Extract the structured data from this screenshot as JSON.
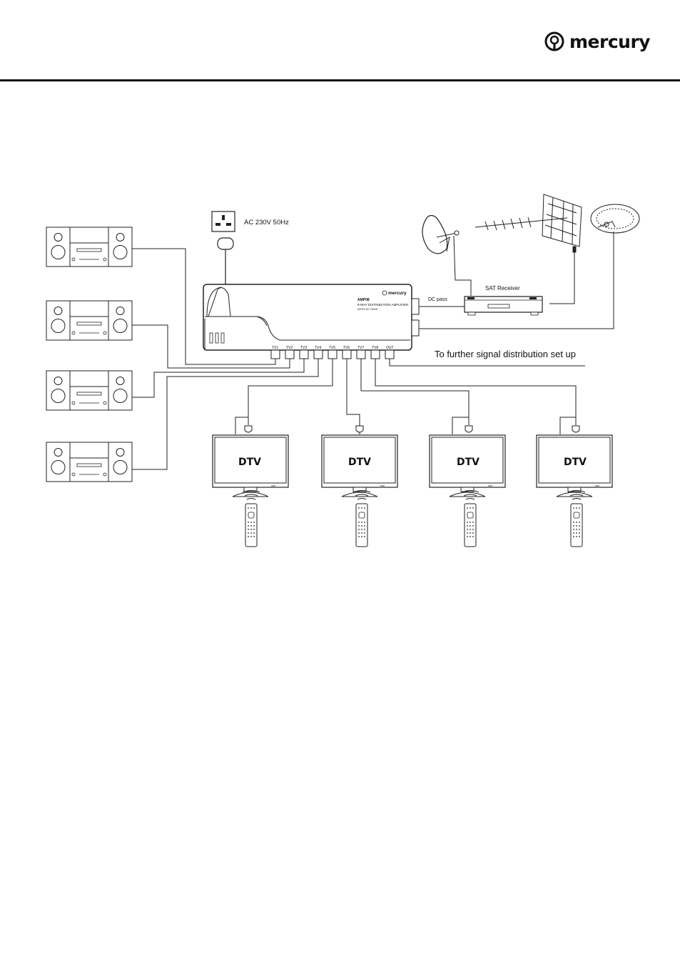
{
  "header": {
    "brand": "mercury"
  },
  "diagram": {
    "power_label": "AC 230V 50Hz",
    "amp_model": "AMP08",
    "amp_desc": "8-WAY DISTRIBUTION AMPLIFIER",
    "amp_sub": "WITH DC PASS",
    "amp_brand": "mercury",
    "dc_pass_label": "DC pass",
    "sat_receiver_label": "SAT Receiver",
    "further_distribution_label": "To further signal distribution set up",
    "ports": [
      "TV1",
      "TV2",
      "TV3",
      "TV4",
      "TV5",
      "TV6",
      "TV7",
      "TV8",
      "OUT"
    ],
    "tv_screens": [
      "DTV",
      "DTV",
      "DTV",
      "DTV"
    ]
  }
}
